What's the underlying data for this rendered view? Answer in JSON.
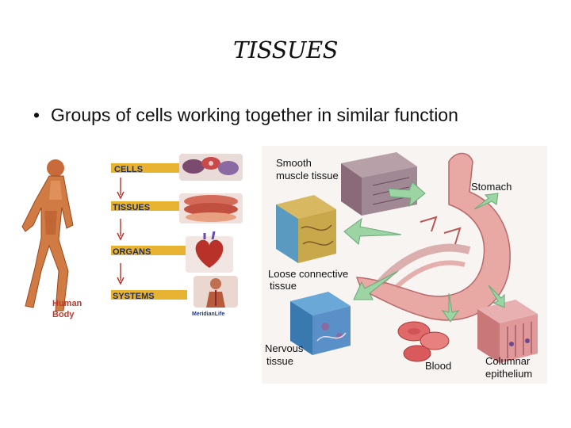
{
  "slide": {
    "title": "TISSUES",
    "bullet": "Groups of cells working together in similar function"
  },
  "hierarchy": {
    "levels": [
      "CELLS",
      "TISSUES",
      "ORGANS",
      "SYSTEMS"
    ],
    "figure_label_line1": "Human",
    "figure_label_line2": "Body",
    "logo_text": "MeridianLife"
  },
  "tissue_diagram": {
    "smooth_line1": "Smooth",
    "smooth_line2": "muscle tissue",
    "stomach": "Stomach",
    "loose_line1": "Loose connective",
    "loose_line2": "tissue",
    "nervous_line1": "Nervous",
    "nervous_line2": "tissue",
    "blood": "Blood",
    "columnar_line1": "Columnar",
    "columnar_line2": "epithelium"
  },
  "colors": {
    "bar": "#e8b233",
    "label_blue": "#1f2e5a",
    "arrow_red": "#b8322a",
    "human_label": "#c0392b",
    "diagram_arrow": "#9cd4a4"
  }
}
